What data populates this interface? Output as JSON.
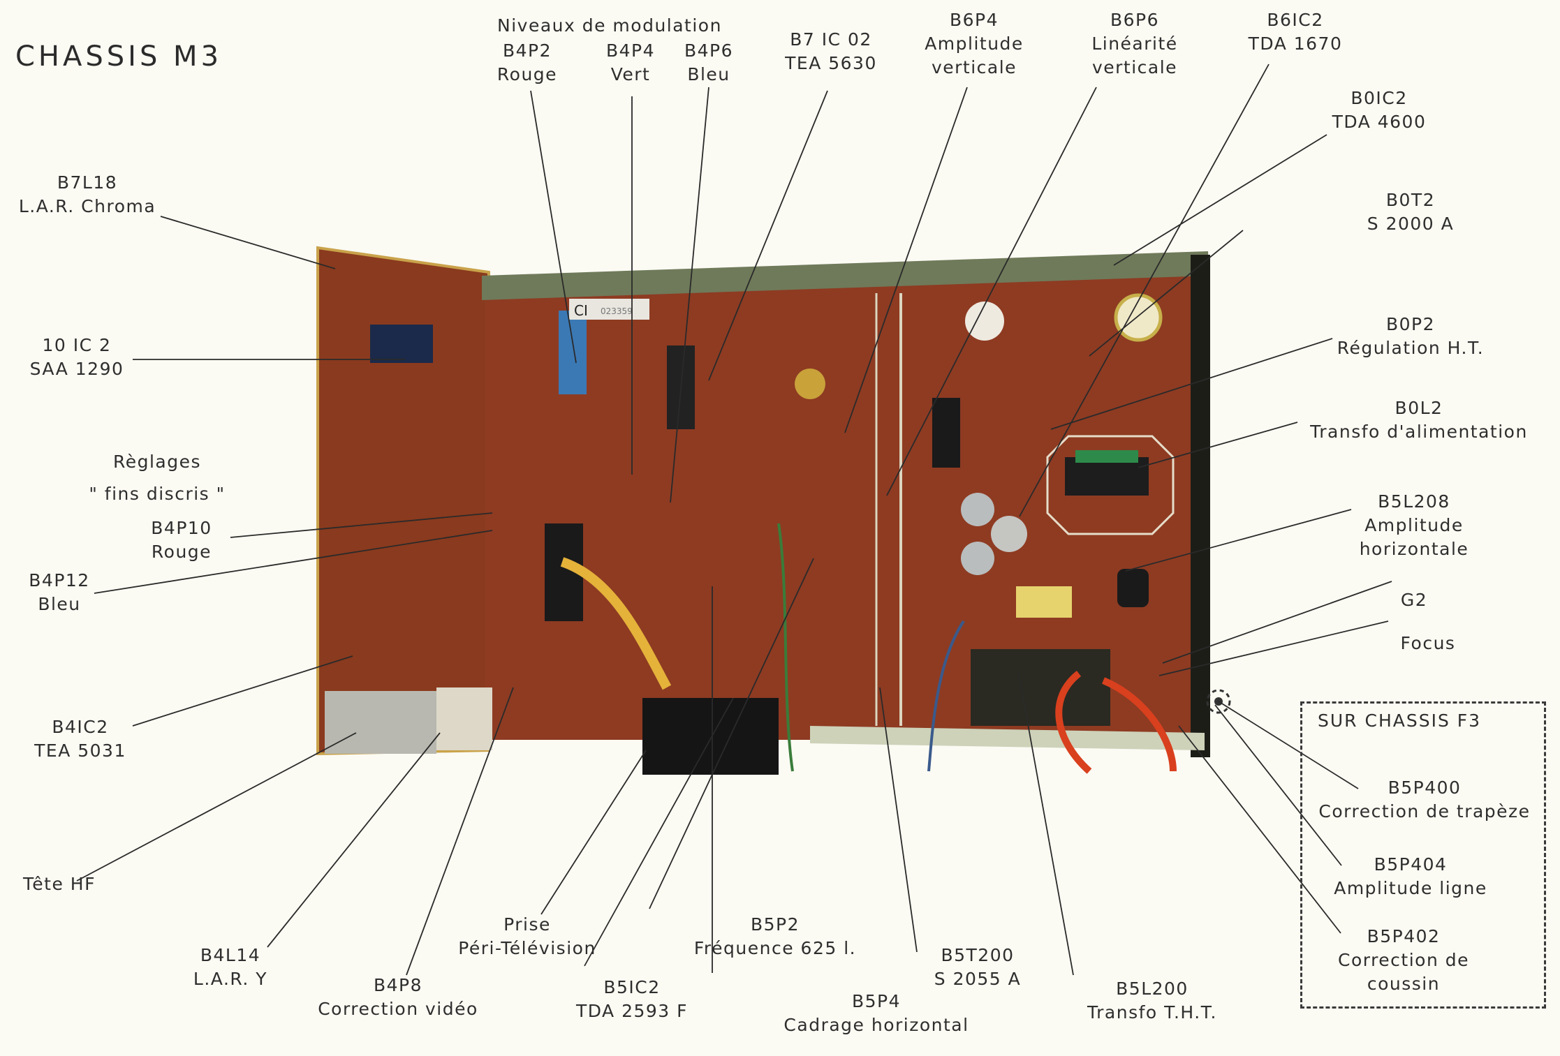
{
  "title": "CHASSIS M3",
  "modulation_group": "Niveaux de modulation",
  "board_sticker": {
    "ci": "CI",
    "number": "023359"
  },
  "labels": {
    "b4p2": {
      "ref": "B4P2",
      "desc": "Rouge"
    },
    "b4p4": {
      "ref": "B4P4",
      "desc": "Vert"
    },
    "b4p6": {
      "ref": "B4P6",
      "desc": "Bleu"
    },
    "b7ic02": {
      "ref": "B7 IC 02",
      "desc": "TEA 5630"
    },
    "b6p4": {
      "ref": "B6P4",
      "desc": "Amplitude",
      "desc2": "verticale"
    },
    "b6p6": {
      "ref": "B6P6",
      "desc": "Linéarité",
      "desc2": "verticale"
    },
    "b6ic2": {
      "ref": "B6IC2",
      "desc": "TDA 1670"
    },
    "b0ic2": {
      "ref": "B0IC2",
      "desc": "TDA 4600"
    },
    "b0t2": {
      "ref": "B0T2",
      "desc": "S 2000 A"
    },
    "b0p2": {
      "ref": "B0P2",
      "desc": "Régulation H.T."
    },
    "b0l2": {
      "ref": "B0L2",
      "desc": "Transfo d'alimentation"
    },
    "b5l208": {
      "ref": "B5L208",
      "desc": "Amplitude",
      "desc2": "horizontale"
    },
    "g2": {
      "ref": "G2"
    },
    "focus": {
      "ref": "Focus"
    },
    "b7l18": {
      "ref": "B7L18",
      "desc": "L.A.R. Chroma"
    },
    "ic10ic2": {
      "ref": "10 IC 2",
      "desc": "SAA 1290"
    },
    "reglages": {
      "line1": "Règlages",
      "line2": "\" fins discris \""
    },
    "b4p10": {
      "ref": "B4P10",
      "desc": "Rouge"
    },
    "b4p12": {
      "ref": "B4P12",
      "desc": "Bleu"
    },
    "b4ic2": {
      "ref": "B4IC2",
      "desc": "TEA 5031"
    },
    "tete_hf": {
      "ref": "Tête HF"
    },
    "b4l14": {
      "ref": "B4L14",
      "desc": "L.A.R. Y"
    },
    "b4p8": {
      "ref": "B4P8",
      "desc": "Correction vidéo"
    },
    "prise": {
      "ref": "Prise",
      "desc": "Péri-Télévision"
    },
    "b5ic2": {
      "ref": "B5IC2",
      "desc": "TDA 2593 F"
    },
    "b5p2": {
      "ref": "B5P2",
      "desc": "Fréquence 625 l."
    },
    "b5p4": {
      "ref": "B5P4",
      "desc": "Cadrage horizontal"
    },
    "b5t200": {
      "ref": "B5T200",
      "desc": "S 2055 A"
    },
    "b5l200": {
      "ref": "B5L200",
      "desc": "Transfo T.H.T."
    }
  },
  "f3_box": {
    "title": "SUR CHASSIS F3",
    "b5p400": {
      "ref": "B5P400",
      "desc": "Correction de trapèze"
    },
    "b5p404": {
      "ref": "B5P404",
      "desc": "Amplitude ligne"
    },
    "b5p402": {
      "ref": "B5P402",
      "desc": "Correction de",
      "desc2": "coussin"
    }
  }
}
